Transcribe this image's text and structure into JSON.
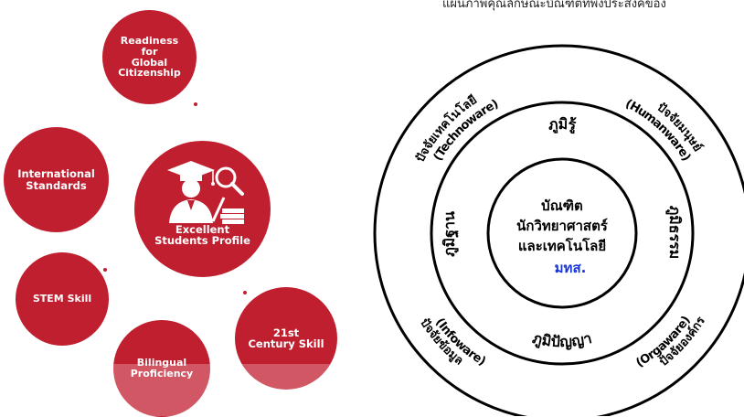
{
  "header": {
    "text": "แผนภาพคุณลักษณะบัณฑิตที่พึงประสงค์ของ"
  },
  "left_cluster": {
    "readiness": "Readiness\nfor\nGlobal\nCitizenship",
    "international": "International\nStandards",
    "center": "Excellent\nStudents Profile",
    "stem": "STEM Skill",
    "bilingual": "Bilingual\nProficiency",
    "century": "21st\nCentury Skill"
  },
  "rings": {
    "center_line1": "บัณฑิต",
    "center_line2": "นักวิทยาศาสตร์",
    "center_line3": "และเทคโนโลยี",
    "center_line4": "มทส.",
    "inner_top": "ภูมิรู้",
    "inner_right": "ภูมิธรรม",
    "inner_bottom": "ภูมิปัญญา",
    "inner_left": "ภูมิฐาน",
    "outer_tl_line1": "ปัจจัยเทคโนโลยี",
    "outer_tl_line2": "(Technoware)",
    "outer_tr_line1": "ปัจจัยมนุษย์",
    "outer_tr_line2": "(Humanware)",
    "outer_bl_line1": "ปัจจัยข้อมูล",
    "outer_bl_line2": "(Infoware)",
    "outer_br_line1": "ปัจจัยองค์กร",
    "outer_br_line2": "(Orgaware)"
  },
  "colors": {
    "bubble": "#c01f2f",
    "ring": "#000000",
    "highlight": "#1a35d6"
  }
}
